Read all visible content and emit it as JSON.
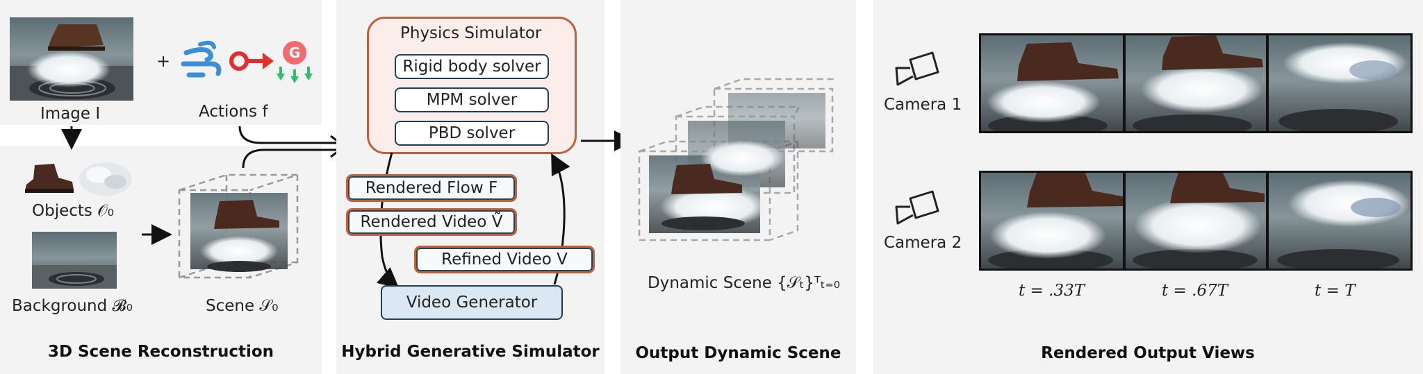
{
  "recon": {
    "image_label": "Image I",
    "plus": "+",
    "actions_label": "Actions f",
    "objects_label": "Objects 𝒪₀",
    "background_label": "Background 𝓑₀",
    "scene_label": "Scene 𝒮₀",
    "title": "3D Scene Reconstruction"
  },
  "hybrid": {
    "sim_title": "Physics Simulator",
    "solvers": [
      "Rigid body solver",
      "MPM solver",
      "PBD solver"
    ],
    "flow_label": "Rendered Flow F",
    "video_label": "Rendered Video Ṽ",
    "refined_label": "Refined Video V",
    "generator_label": "Video Generator",
    "title": "Hybrid Generative Simulator"
  },
  "output": {
    "scene_label": "Dynamic Scene {𝒮ₜ}ᵀₜ₌₀",
    "title": "Output Dynamic Scene"
  },
  "views": {
    "camera1": "Camera 1",
    "camera2": "Camera 2",
    "times": [
      "t = .33T",
      "t = .67T",
      "t = T"
    ],
    "title": "Rendered Output Views"
  },
  "colors": {
    "panel": "#f3f3f3",
    "accent_orange": "#c0603b",
    "accent_navy": "#1f3d54",
    "generator_fill": "#dbe7f2"
  }
}
